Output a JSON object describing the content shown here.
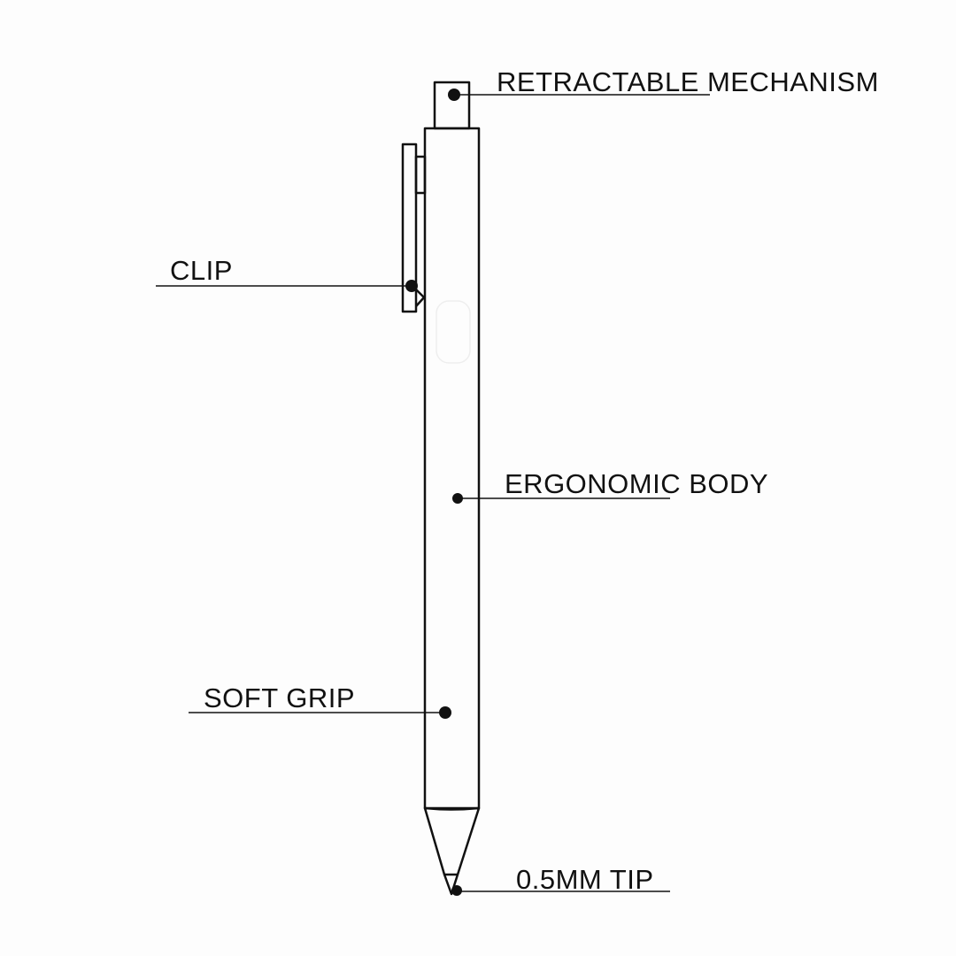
{
  "labels": {
    "mechanism": "RETRACTABLE MECHANISM",
    "clip": "CLIP",
    "body": "ERGONOMIC BODY",
    "grip": "SOFT GRIP",
    "tip": "0.5MM TIP"
  },
  "colors": {
    "line": "#111111",
    "background": "#fdfdfd"
  }
}
